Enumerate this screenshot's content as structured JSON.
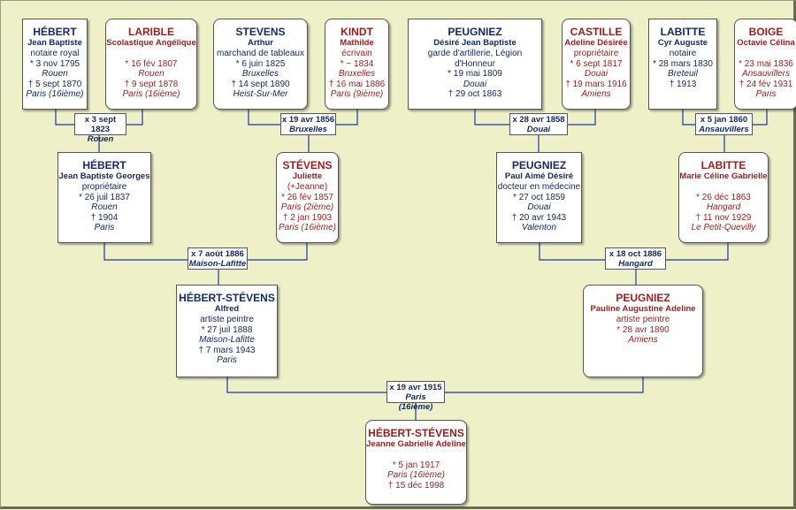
{
  "persons": {
    "hebert_jb": {
      "surname": "HÉBERT",
      "given": "Jean Baptiste",
      "lines": [
        "notaire royal",
        "* 3 nov 1795"
      ],
      "place1": "Rouen",
      "death": "† 5 sept 1870",
      "place2": "Paris (16ième)"
    },
    "larible": {
      "surname": "LARIBLE",
      "given": "Scolastique Angélique",
      "lines": [
        "",
        "* 16 fév 1807"
      ],
      "place1": "Rouen",
      "death": "† 9 sept 1878",
      "place2": "Paris (16ième)"
    },
    "stevens_arthur": {
      "surname": "STEVENS",
      "given": "Arthur",
      "lines": [
        "marchand de tableaux",
        "* 6 juin 1825"
      ],
      "place1": "Bruxelles",
      "death": "† 14 sept 1890",
      "place2": "Heist-Sur-Mer"
    },
    "kindt": {
      "surname": "KINDT",
      "given": "Mathilde",
      "lines": [
        "écrivain",
        "* ~ 1834"
      ],
      "place1": "Bruxelles",
      "death": "† 16 mai 1886",
      "place2": "Paris (9ième)"
    },
    "peugniez_desire": {
      "surname": "PEUGNIEZ",
      "given": "Désiré Jean Baptiste",
      "lines": [
        "garde d'artillerie, Légion d'Honneur",
        "* 19 mai 1809"
      ],
      "place1": "Douai",
      "death": "† 29 oct 1863",
      "place2": ""
    },
    "castille": {
      "surname": "CASTILLE",
      "given": "Adeline Désirée",
      "lines": [
        "propriétaire",
        "* 6 sept 1817"
      ],
      "place1": "Douai",
      "death": "† 19 mars 1916",
      "place2": "Amiens"
    },
    "labitte_cyr": {
      "surname": "LABITTE",
      "given": "Cyr Auguste",
      "lines": [
        "notaire",
        "* 28 mars 1830"
      ],
      "place1": "Breteuil",
      "death": "† 1913",
      "place2": ""
    },
    "boige": {
      "surname": "BOIGE",
      "given": "Octavie Célina",
      "lines": [
        "",
        "* 23 mai 1836"
      ],
      "place1": "Ansauvillers",
      "death": "† 24 fév 1931",
      "place2": "Paris"
    },
    "hebert_jbg": {
      "surname": "HÉBERT",
      "given": "Jean Baptiste Georges",
      "lines": [
        "propriétaire",
        "* 26 juil 1837"
      ],
      "place1": "Rouen",
      "death": "† 1904",
      "place2": "Paris"
    },
    "stevens_juliette": {
      "surname": "STÉVENS",
      "given": "Juliette",
      "lines": [
        "(+Jeanne)",
        "* 26 fév 1857"
      ],
      "place1": "Paris (2ième)",
      "death": "† 2 jan 1903",
      "place2": "Paris (16ième)"
    },
    "peugniez_paul": {
      "surname": "PEUGNIEZ",
      "given": "Paul Aimé Désiré",
      "lines": [
        "docteur en médecine",
        "* 27 oct 1859"
      ],
      "place1": "Douai",
      "death": "† 20 avr 1943",
      "place2": "Valenton"
    },
    "labitte_marie": {
      "surname": "LABITTE",
      "given": "Marie Céline Gabrielle",
      "lines": [
        "",
        "* 26 déc 1863"
      ],
      "place1": "Hangard",
      "death": "† 11 nov 1929",
      "place2": "Le Petit-Quevilly"
    },
    "hs_alfred": {
      "surname": "HÉBERT-STÉVENS",
      "given": "Alfred",
      "lines": [
        "artiste peintre",
        "* 27 juil 1888"
      ],
      "place1": "Maison-Lafitte",
      "death": "† 7 mars 1943",
      "place2": "Paris"
    },
    "peugniez_pauline": {
      "surname": "PEUGNIEZ",
      "given": "Pauline Augustine Adeline",
      "lines": [
        "artiste peintre",
        "* 28 avr 1890"
      ],
      "place1": "Amiens",
      "death": "",
      "place2": ""
    },
    "hs_jeanne": {
      "surname": "HÉBERT-STÉVENS",
      "given": "Jeanne Gabrielle Adeline",
      "lines": [
        "",
        "* 5 jan 1917"
      ],
      "place1": "Paris (16ième)",
      "death": "† 15 déc 1998",
      "place2": ""
    }
  },
  "marriages": {
    "m1": {
      "date": "x 3 sept 1823",
      "place": "Rouen"
    },
    "m2": {
      "date": "x 19 avr 1856",
      "place": "Bruxelles"
    },
    "m3": {
      "date": "x 28 avr 1858",
      "place": "Douai"
    },
    "m4": {
      "date": "x 5 jan 1860",
      "place": "Ansauvillers"
    },
    "m5": {
      "date": "x 7 août 1886",
      "place": "Maison-Lafitte"
    },
    "m6": {
      "date": "x 18 oct 1886",
      "place": "Hangard"
    },
    "m7": {
      "date": "x 19 avr 1915",
      "place": "Paris (16ième)"
    }
  },
  "colors": {
    "male": "#132a64",
    "female": "#9e1b1b",
    "background": "#eef0c8",
    "lines": "#1f35a8"
  }
}
